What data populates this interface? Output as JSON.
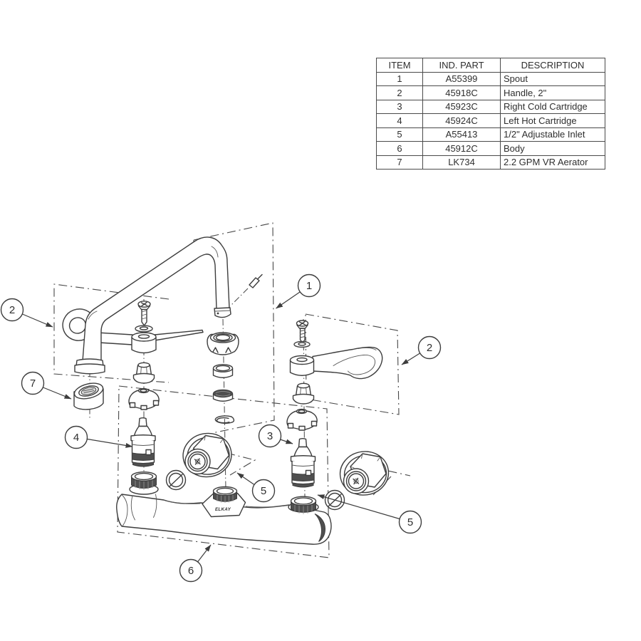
{
  "window": {
    "background": "#ffffff"
  },
  "parts_table": {
    "columns": [
      "ITEM",
      "IND. PART",
      "DESCRIPTION"
    ],
    "rows": [
      {
        "item": "1",
        "part": "A55399",
        "description": "Spout"
      },
      {
        "item": "2",
        "part": "45918C",
        "description": "Handle, 2\""
      },
      {
        "item": "3",
        "part": "45923C",
        "description": "Right Cold Cartridge"
      },
      {
        "item": "4",
        "part": "45924C",
        "description": "Left Hot Cartridge"
      },
      {
        "item": "5",
        "part": "A55413",
        "description": "1/2\" Adjustable Inlet"
      },
      {
        "item": "6",
        "part": "45912C",
        "description": "Body"
      },
      {
        "item": "7",
        "part": "LK734",
        "description": "2.2 GPM VR Aerator"
      }
    ]
  },
  "diagram": {
    "brand_label": "ELKAY",
    "callouts": {
      "c1": "1",
      "c2_left": "2",
      "c2_right": "2",
      "c3": "3",
      "c4": "4",
      "c5_left": "5",
      "c5_right": "5",
      "c6": "6",
      "c7": "7"
    },
    "colors": {
      "line": "#3d3d3d",
      "dark_fill": "#4f4f4f",
      "background": "#ffffff"
    }
  }
}
